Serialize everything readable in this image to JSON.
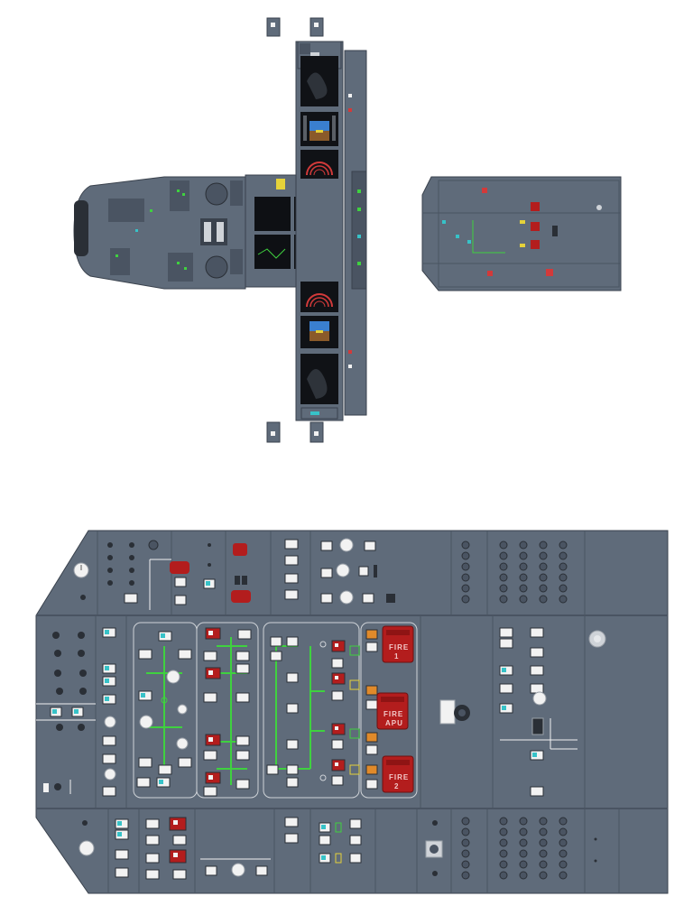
{
  "panels": {
    "overview": {
      "glareshield_tabs": [
        "top-left-tab",
        "top-right-tab",
        "bottom-left-tab",
        "bottom-right-tab"
      ],
      "pedestal": {},
      "main_panel": {},
      "overhead_thumbnail": {}
    },
    "overhead_detail": {
      "fire_handles": [
        {
          "label": "FIRE",
          "sub": "1"
        },
        {
          "label": "FIRE",
          "sub": "APU"
        },
        {
          "label": "FIRE",
          "sub": "2"
        }
      ]
    }
  },
  "colors": {
    "panel": "#5f6b7a",
    "panel_dark": "#4a5462",
    "panel_border": "#3a424d",
    "switch_white": "#f2f2f2",
    "cyan": "#37c2c8",
    "green": "#3fd13f",
    "red": "#b31d1d",
    "yellow": "#e5d23a",
    "amber": "#e08a2a"
  },
  "icons": {
    "knob": "rotary-knob-icon",
    "toggle": "toggle-switch-icon",
    "pushbutton": "pushbutton-icon"
  }
}
